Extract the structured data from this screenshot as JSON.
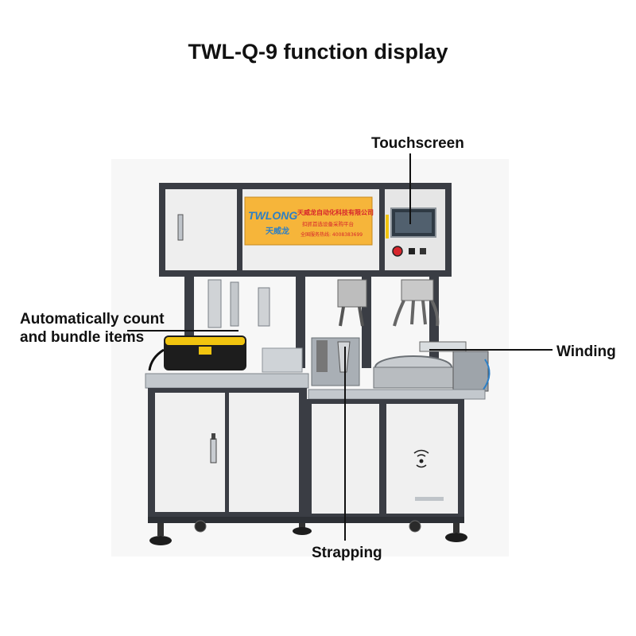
{
  "title": "TWL-Q-9 function display",
  "callouts": {
    "touchscreen": "Touchscreen",
    "count_bundle_line1": "Automatically count",
    "count_bundle_line2": "and bundle items",
    "winding": "Winding",
    "strapping": "Strapping"
  },
  "machine": {
    "brand_logo": "TWLONG",
    "brand_logo_cn": "天威龙",
    "company_cn": "天威龙自动化科技有限公司",
    "slogan_cn": "扣抓首选设备采购平台",
    "hotline": "全国服务热线: 4008383699"
  },
  "colors": {
    "frame": "#3a3d44",
    "panel": "#f2f2f2",
    "label_plate": "#f6b53a",
    "logo_blue": "#2c7fc6",
    "brand_red": "#d7262c",
    "tray_yellow": "#f1c40f"
  },
  "icons": [
    "wireless-icon",
    "emergency-stop-icon"
  ]
}
